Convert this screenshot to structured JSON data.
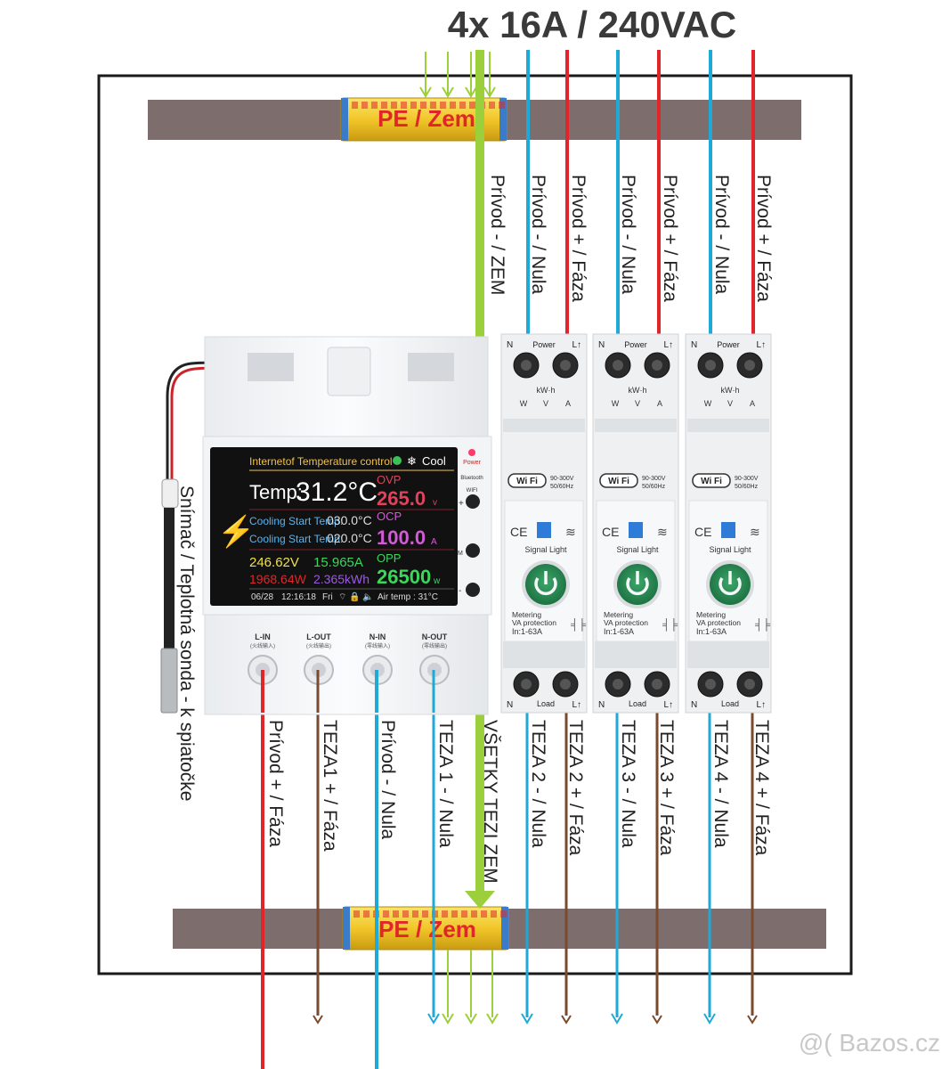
{
  "title": "4x 16A / 240VAC",
  "watermark": "@( Bazos.cz",
  "colors": {
    "phase": "#e0262b",
    "neutral": "#1fa9d6",
    "earth": "#9ccf3c",
    "load": "#7a4a2e",
    "bar": "#7d6d6d",
    "frame": "#1a1a1a"
  },
  "top_busbar_label": "PE / Zem",
  "bottom_busbar_label": "PE / Zem",
  "supply_labels": [
    "Prívod - / ZEM",
    "Prívod - / Nula",
    "Prívod + / Fáza",
    "Prívod - / Nula",
    "Prívod + / Fáza",
    "Prívod - / Nula",
    "Prívod + / Fáza"
  ],
  "probe_label": "Snímač / Teplotná sonda - k spiatočke",
  "controller": {
    "header": "Internetof Temperature control",
    "mode": "Cool",
    "temp_label": "Temp:",
    "temp_value": "31.2°C",
    "ovp_label": "OVP",
    "ovp_value": "265.0",
    "ovp_unit": "v",
    "ocp_label": "OCP",
    "ocp_value": "100.0",
    "ocp_unit": "A",
    "opp_label": "OPP",
    "opp_value": "26500",
    "opp_unit": "w",
    "cooling_start_1_label": "Cooling Start Temp:",
    "cooling_start_1_value": "030.0°C",
    "cooling_start_2_label": "Cooling Start Temp:",
    "cooling_start_2_value": "020.0°C",
    "voltage": "246.62V",
    "current": "15.965A",
    "power": "1968.64W",
    "energy": "2.365kWh",
    "date": "06/28",
    "time": "12:16:18",
    "day": "Fri",
    "air_temp": "Air temp : 31°C",
    "side_power": "Power",
    "side_bluetooth": "Bluetooth",
    "side_wifi": "WIFI",
    "btn_plus": "+",
    "btn_m": "M",
    "btn_minus": "-",
    "terminals": [
      {
        "label": "L-IN",
        "sub": "(火线输入)"
      },
      {
        "label": "L-OUT",
        "sub": "(火线输出)"
      },
      {
        "label": "N-IN",
        "sub": "(零线输入)"
      },
      {
        "label": "N-OUT",
        "sub": "(零线输出)"
      }
    ]
  },
  "wifi_module": {
    "n": "N",
    "power": "Power",
    "l": "L↑",
    "kwh": "kW·h",
    "w": "W",
    "v": "V",
    "a": "A",
    "wifi": "Wi Fi",
    "range_1": "90-300V",
    "range_2": "50/60Hz",
    "ce": "CE",
    "signal_light": "Signal Light",
    "metering": "Metering",
    "protection": "VA protection",
    "rating": "In:1-63A",
    "load": "Load"
  },
  "bottom_labels": [
    "Prívod + / Fáza",
    "TEZA1 + / Fáza",
    "Prívod - / Nula",
    "TEZA 1 - / Nula",
    "VŠETKY TEZI ZEM",
    "TEZA 2 - / Nula",
    "TEZA 2 + / Fáza",
    "TEZA 3 - / Nula",
    "TEZA 3 + / Fáza",
    "TEZA 4 - / Nula",
    "TEZA 4 + / Fáza"
  ]
}
